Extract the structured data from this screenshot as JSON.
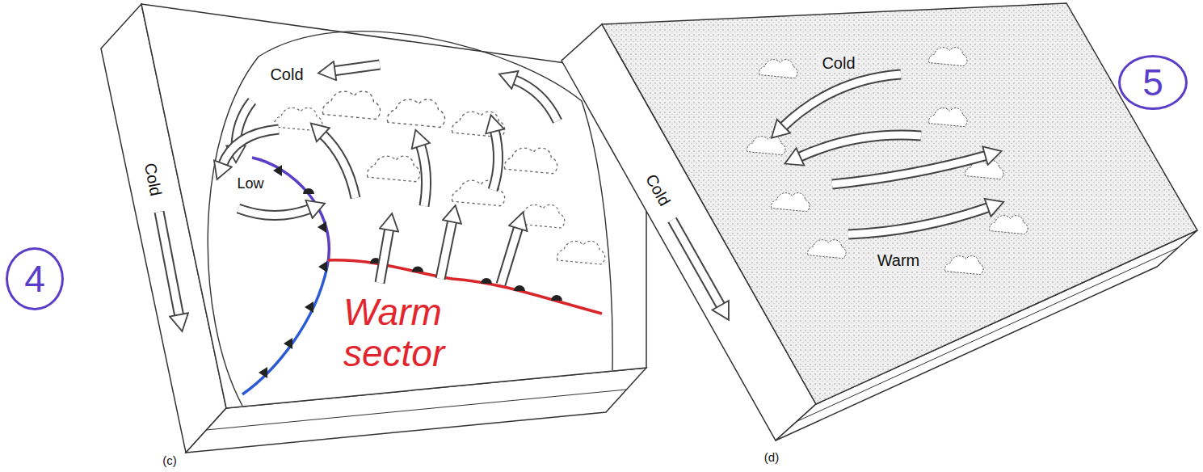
{
  "diagram": {
    "nodes": [
      {
        "text": [
          "4"
        ]
      },
      {
        "text": [
          "5"
        ]
      }
    ],
    "labels": [
      "Cold",
      "Cold",
      "Low",
      "Warm sector",
      "(c)",
      "Cold",
      "Cold",
      "Warm",
      "(d)"
    ]
  }
}
